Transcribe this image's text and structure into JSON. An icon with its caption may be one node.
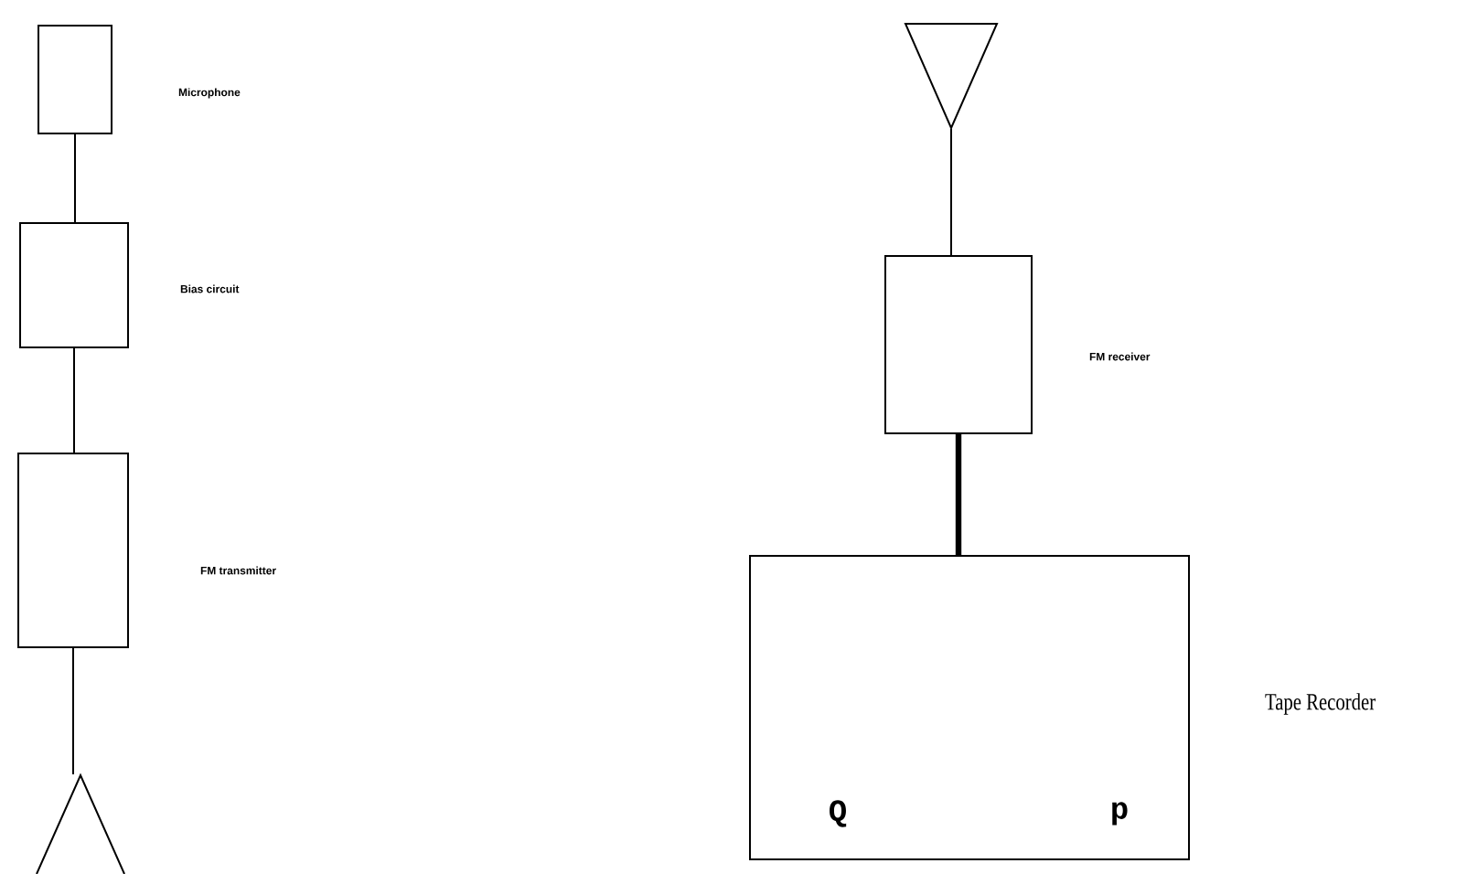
{
  "diagram": {
    "labels": [
      "Microphone",
      "Bias circuit",
      "FM receiver",
      "FM transmitter"
    ],
    "nodes": [
      {
        "text": [],
        "shape": "box"
      },
      {
        "text": [],
        "shape": "box"
      },
      {
        "text": [],
        "shape": "box"
      },
      {
        "text": [],
        "shape": "antenna"
      },
      {
        "text": [],
        "shape": "antenna"
      },
      {
        "text": [],
        "shape": "box"
      },
      {
        "text": [
          "Tape Recorder",
          "Q",
          "p"
        ]
      }
    ],
    "edges": [
      {
        "from": 0,
        "to": 1,
        "arrow": "none"
      },
      {
        "from": 1,
        "to": 2,
        "arrow": "none"
      },
      {
        "from": 2,
        "to": 3,
        "arrow": "none"
      },
      {
        "from": 4,
        "to": 5,
        "arrow": "none"
      },
      {
        "from": 5,
        "to": 6,
        "arrow": "none",
        "style": "thick"
      }
    ]
  }
}
